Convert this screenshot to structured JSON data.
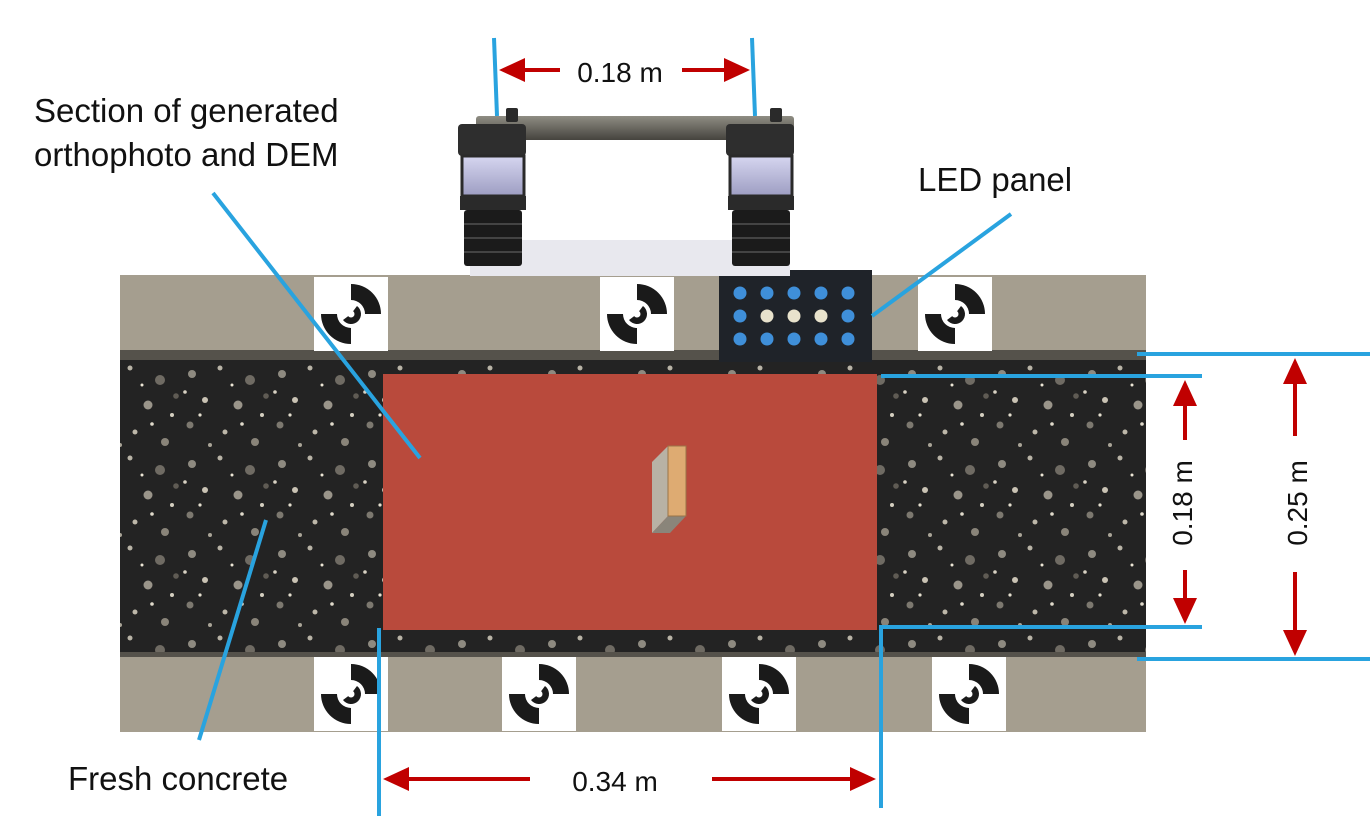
{
  "labels": {
    "section": [
      "Section of generated",
      "orthophoto and DEM"
    ],
    "led_panel": "LED panel",
    "fresh_concrete": "Fresh concrete"
  },
  "dimensions": {
    "camera_baseline": "0.18 m",
    "section_length": "0.34 m",
    "section_width": "0.18 m",
    "belt_width": "0.25 m"
  },
  "colors": {
    "leader_line": "#29a3df",
    "dimension_arrow": "#c00000",
    "section": "#b94a3c",
    "rail": "#a59e8f",
    "concrete": "#242424",
    "led_blue": "#3f8fd9",
    "led_white": "#e8e2cc",
    "led_board": "#1f2329"
  },
  "icons": {
    "marker": "circular-target-marker-icon",
    "camera": "stereo-camera-icon"
  },
  "led_grid": [
    [
      "blue",
      "blue",
      "blue",
      "blue",
      "blue"
    ],
    [
      "blue",
      "white",
      "white",
      "white",
      "blue"
    ],
    [
      "blue",
      "blue",
      "blue",
      "blue",
      "blue"
    ]
  ]
}
